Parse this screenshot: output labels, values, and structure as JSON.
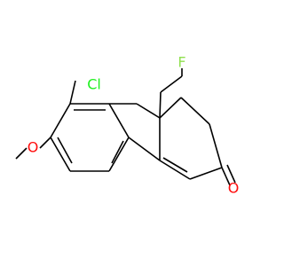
{
  "atoms": {
    "fluorine": "F",
    "chlorine": "Cl",
    "oxygen_methoxy": "O",
    "oxygen_ketone": "O"
  },
  "colors": {
    "fluorine": "#90E050",
    "chlorine": "#1FF01F",
    "oxygen": "#FF0D0D",
    "bond": "#000000",
    "background": "#FFFFFF"
  }
}
